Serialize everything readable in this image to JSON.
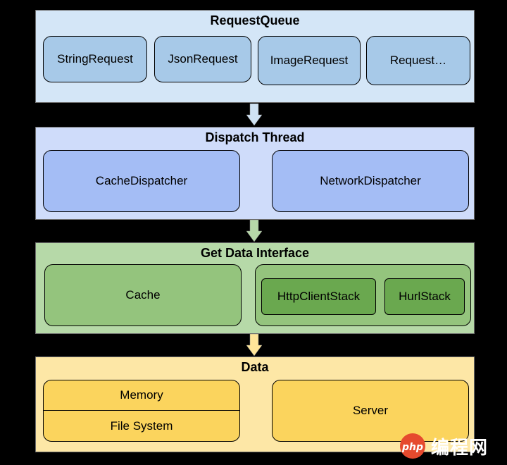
{
  "layers": {
    "request_queue": {
      "title": "RequestQueue",
      "items": [
        "StringRequest",
        "JsonRequest",
        "ImageRequest",
        "Request…"
      ]
    },
    "dispatch_thread": {
      "title": "Dispatch Thread",
      "items": [
        "CacheDispatcher",
        "NetworkDispatcher"
      ]
    },
    "get_data_interface": {
      "title": "Get Data Interface",
      "cache": "Cache",
      "stacks": [
        "HttpClientStack",
        "HurlStack"
      ]
    },
    "data": {
      "title": "Data",
      "storage": [
        "Memory",
        "File System"
      ],
      "server": "Server"
    }
  },
  "watermark": {
    "text": "编程网",
    "logo_text": "php"
  },
  "colors": {
    "background": "#000000",
    "request_queue_bg": "#d4e6f7",
    "request_queue_box": "#a7c9e8",
    "dispatch_bg": "#cfdcfa",
    "dispatch_box": "#a4bdf5",
    "interface_bg": "#b6d9a8",
    "interface_box": "#94c47d",
    "interface_inner": "#6aa84f",
    "data_bg": "#fde7a6",
    "data_box": "#fbd45d",
    "arrow_blue": "#cfe2f3",
    "arrow_green": "#b6d7a8",
    "arrow_yellow": "#ffe599"
  }
}
